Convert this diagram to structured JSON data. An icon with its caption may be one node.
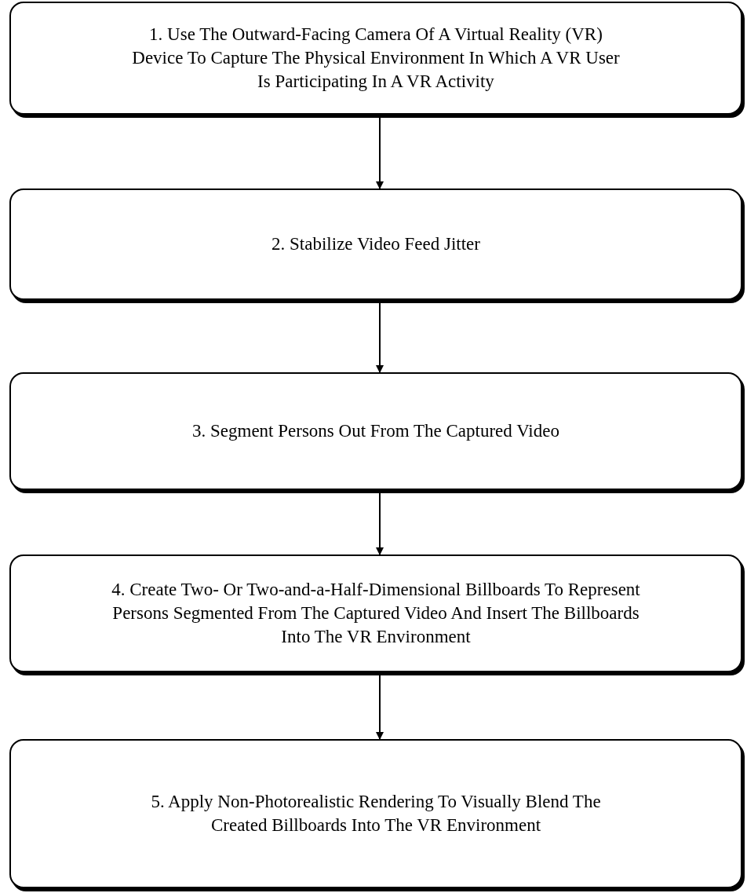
{
  "diagram": {
    "nodes": [
      {
        "text": [
          "1. Use The Outward-Facing Camera Of A Virtual Reality (VR) Device To Capture The Physical Environment In Which A VR User Is Participating In A VR Activity"
        ]
      },
      {
        "text": [
          "2. Stabilize Video Feed Jitter"
        ]
      },
      {
        "text": [
          "3. Segment Persons Out From The Captured Video"
        ]
      },
      {
        "text": [
          "4. Create Two- Or Two-and-a-Half-Dimensional Billboards To Represent Persons Segmented From The Captured Video And Insert The Billboards Into The VR Environment"
        ]
      },
      {
        "text": [
          "5. Apply Non-Photorealistic Rendering To Visually Blend The Created Billboards Into The VR Environment"
        ]
      }
    ],
    "edges": [
      {
        "from": 0,
        "to": 1,
        "arrow": "to"
      },
      {
        "from": 1,
        "to": 2,
        "arrow": "to"
      },
      {
        "from": 2,
        "to": 3,
        "arrow": "to"
      },
      {
        "from": 3,
        "to": 4,
        "arrow": "to"
      }
    ]
  }
}
